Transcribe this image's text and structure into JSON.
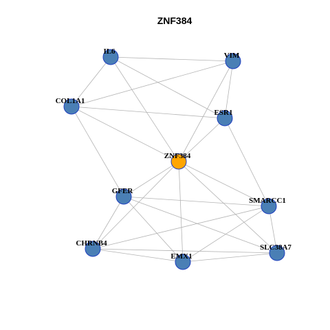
{
  "title": "ZNF384",
  "colors": {
    "node_fill": "#4a7fb5",
    "center_fill": "#ffa500",
    "node_stroke": "#1f3fbf",
    "edge": "#b3b3b3"
  },
  "nodes": [
    {
      "id": "IL6",
      "label": "IL6",
      "center": false
    },
    {
      "id": "VIM",
      "label": "VIM",
      "center": false
    },
    {
      "id": "COL1A1",
      "label": "COL1A1",
      "center": false
    },
    {
      "id": "ESR1",
      "label": "ESR1",
      "center": false
    },
    {
      "id": "ZNF384",
      "label": "ZNF384",
      "center": true
    },
    {
      "id": "GFER",
      "label": "GFER",
      "center": false
    },
    {
      "id": "SMARCC1",
      "label": "SMARCC1",
      "center": false
    },
    {
      "id": "CHRNB4",
      "label": "CHRNB4",
      "center": false
    },
    {
      "id": "SLC38A7",
      "label": "SLC38A7",
      "center": false
    },
    {
      "id": "EMX1",
      "label": "EMX1",
      "center": false
    }
  ],
  "edges": [
    [
      "IL6",
      "VIM"
    ],
    [
      "IL6",
      "COL1A1"
    ],
    [
      "IL6",
      "ESR1"
    ],
    [
      "IL6",
      "ZNF384"
    ],
    [
      "VIM",
      "COL1A1"
    ],
    [
      "VIM",
      "ESR1"
    ],
    [
      "VIM",
      "ZNF384"
    ],
    [
      "COL1A1",
      "ESR1"
    ],
    [
      "COL1A1",
      "ZNF384"
    ],
    [
      "COL1A1",
      "GFER"
    ],
    [
      "ESR1",
      "ZNF384"
    ],
    [
      "ESR1",
      "SMARCC1"
    ],
    [
      "ZNF384",
      "GFER"
    ],
    [
      "ZNF384",
      "SMARCC1"
    ],
    [
      "ZNF384",
      "CHRNB4"
    ],
    [
      "ZNF384",
      "EMX1"
    ],
    [
      "ZNF384",
      "SLC38A7"
    ],
    [
      "GFER",
      "SMARCC1"
    ],
    [
      "GFER",
      "CHRNB4"
    ],
    [
      "GFER",
      "EMX1"
    ],
    [
      "GFER",
      "SLC38A7"
    ],
    [
      "SMARCC1",
      "CHRNB4"
    ],
    [
      "SMARCC1",
      "EMX1"
    ],
    [
      "SMARCC1",
      "SLC38A7"
    ],
    [
      "CHRNB4",
      "EMX1"
    ],
    [
      "CHRNB4",
      "SLC38A7"
    ],
    [
      "EMX1",
      "SLC38A7"
    ]
  ]
}
